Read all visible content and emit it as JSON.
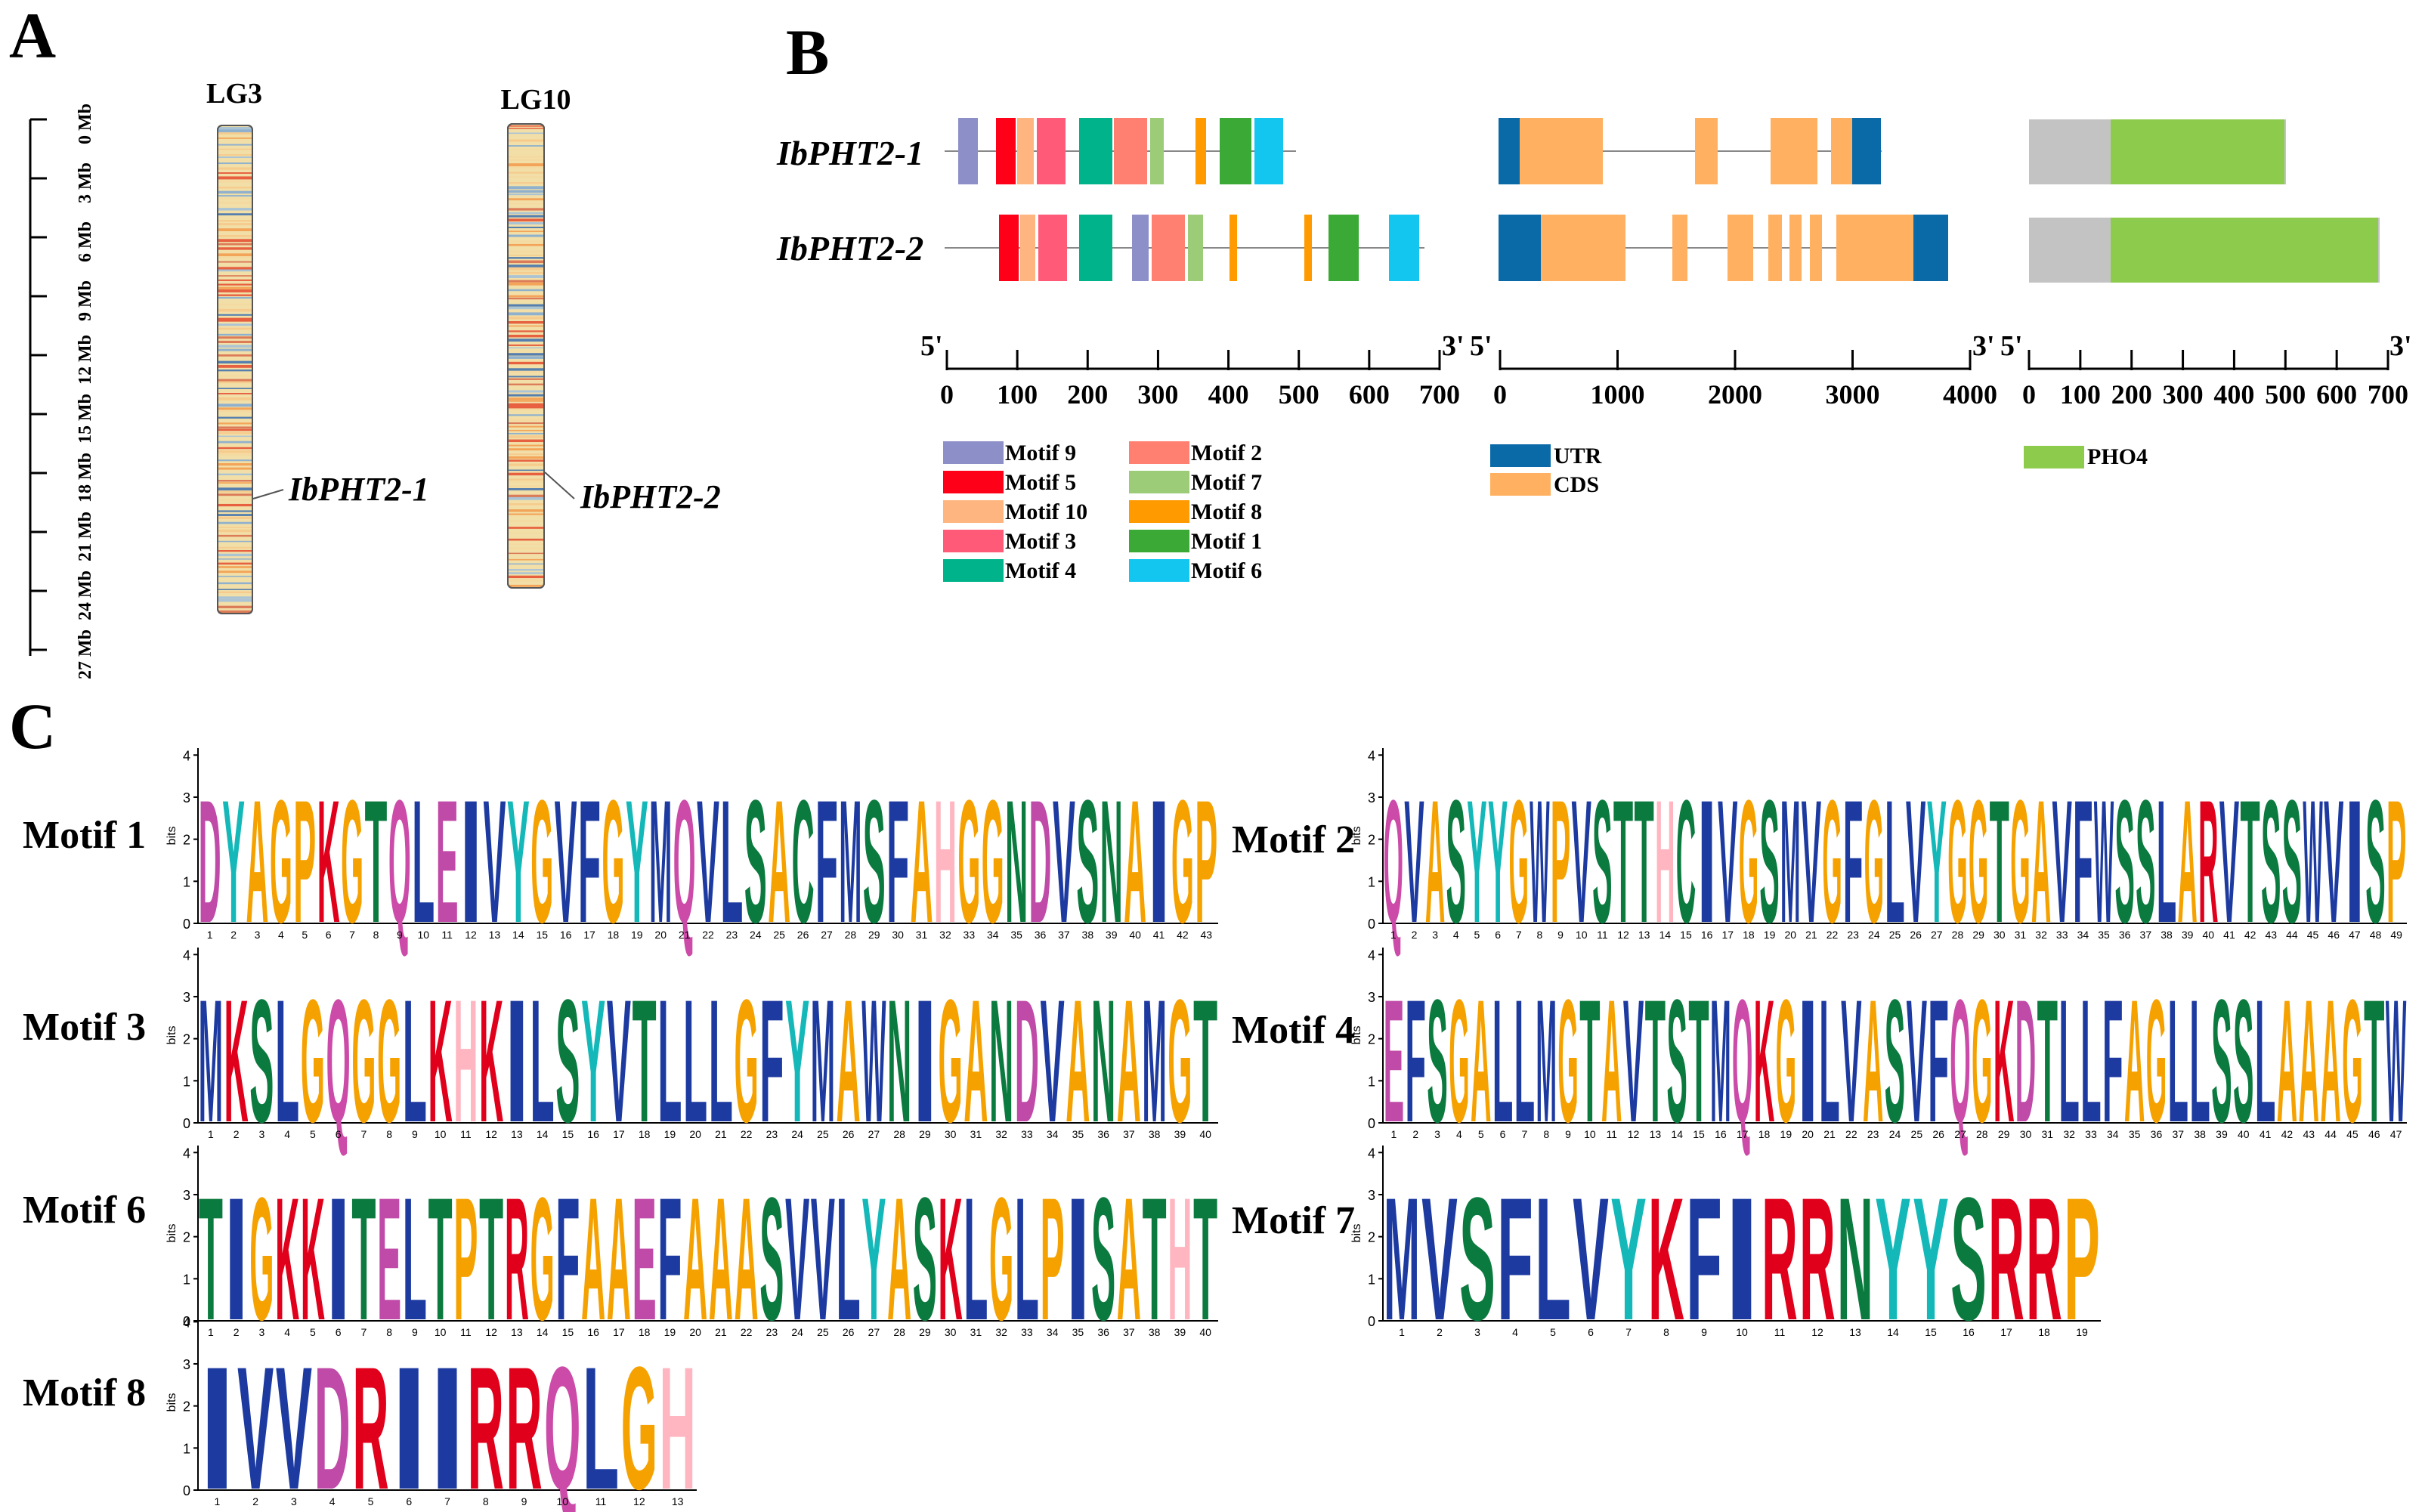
{
  "panel_labels": {
    "a": "A",
    "b": "B",
    "c": "C"
  },
  "chromosome_map": {
    "ruler_ticks": [
      "0 Mb",
      "3 Mb",
      "6 Mb",
      "9 Mb",
      "12 Mb",
      "15 Mb",
      "18 Mb",
      "21 Mb",
      "24 Mb",
      "27 Mb"
    ],
    "chromosomes": [
      {
        "name": "LG3",
        "gene": "IbPHT2-1"
      },
      {
        "name": "LG10",
        "gene": "IbPHT2-2"
      }
    ]
  },
  "gene_structure": {
    "genes": [
      "IbPHT2-1",
      "IbPHT2-2"
    ],
    "motif_axis": {
      "end5": "5'",
      "end3": "3'",
      "ticks": [
        "0",
        "100",
        "200",
        "300",
        "400",
        "500",
        "600",
        "700"
      ]
    },
    "gene_axis": {
      "end5": "5'",
      "end3": "3'",
      "ticks": [
        "0",
        "1000",
        "2000",
        "3000",
        "4000"
      ]
    },
    "domain_axis": {
      "end5": "5'",
      "end3": "3'",
      "ticks": [
        "0",
        "100",
        "200",
        "300",
        "400",
        "500",
        "600",
        "700"
      ]
    },
    "motif_legend": [
      {
        "label": "Motif 9",
        "color": "#8d8fc9"
      },
      {
        "label": "Motif 5",
        "color": "#ff0019"
      },
      {
        "label": "Motif 10",
        "color": "#ffb580"
      },
      {
        "label": "Motif 3",
        "color": "#ff5a78"
      },
      {
        "label": "Motif 4",
        "color": "#00b38a"
      },
      {
        "label": "Motif 2",
        "color": "#ff8070"
      },
      {
        "label": "Motif 7",
        "color": "#9ccc78"
      },
      {
        "label": "Motif 8",
        "color": "#ff9a00"
      },
      {
        "label": "Motif 1",
        "color": "#3aa935"
      },
      {
        "label": "Motif 6",
        "color": "#12c6f0"
      }
    ],
    "gene_legend": [
      {
        "label": "UTR",
        "color": "#0a6aa8"
      },
      {
        "label": "CDS",
        "color": "#ffb060"
      }
    ],
    "domain_legend": [
      {
        "label": "PHO4",
        "color": "#8ccb4c"
      }
    ]
  },
  "motif_logos": {
    "y_axis_label": "bits",
    "y_ticks": [
      "0",
      "1",
      "2",
      "3",
      "4"
    ],
    "motifs": [
      {
        "label": "Motif 1",
        "sequence": "DYAGPKGTQLEIVYGVFGYMQVLSACFMSFAHGGNDVSNAIGP"
      },
      {
        "label": "Motif 2",
        "sequence": "QVASYYGWPVSTTHCIVGSMVGFGLVYGGTGAVFWSSLARVTSSWVISP"
      },
      {
        "label": "Motif 3",
        "sequence": "MKSLGQGGLKHKILSYVTLLLGFYMAWNIGANDVANAMGT"
      },
      {
        "label": "Motif 4",
        "sequence": "EFSGALLMGTAVTSTMQKGILVASVFQGKDTLLFAGLLSSLAAAGTW"
      },
      {
        "label": "Motif 6",
        "sequence": "TIGKKITELTPTRGFAAEFAAASVVLYASKLGLPISATHT"
      },
      {
        "label": "Motif 7",
        "sequence": "MVSFLVYKFIRRNYYSRRP"
      },
      {
        "label": "Motif 8",
        "sequence": "IVVDRIIRRQLGH"
      }
    ]
  }
}
